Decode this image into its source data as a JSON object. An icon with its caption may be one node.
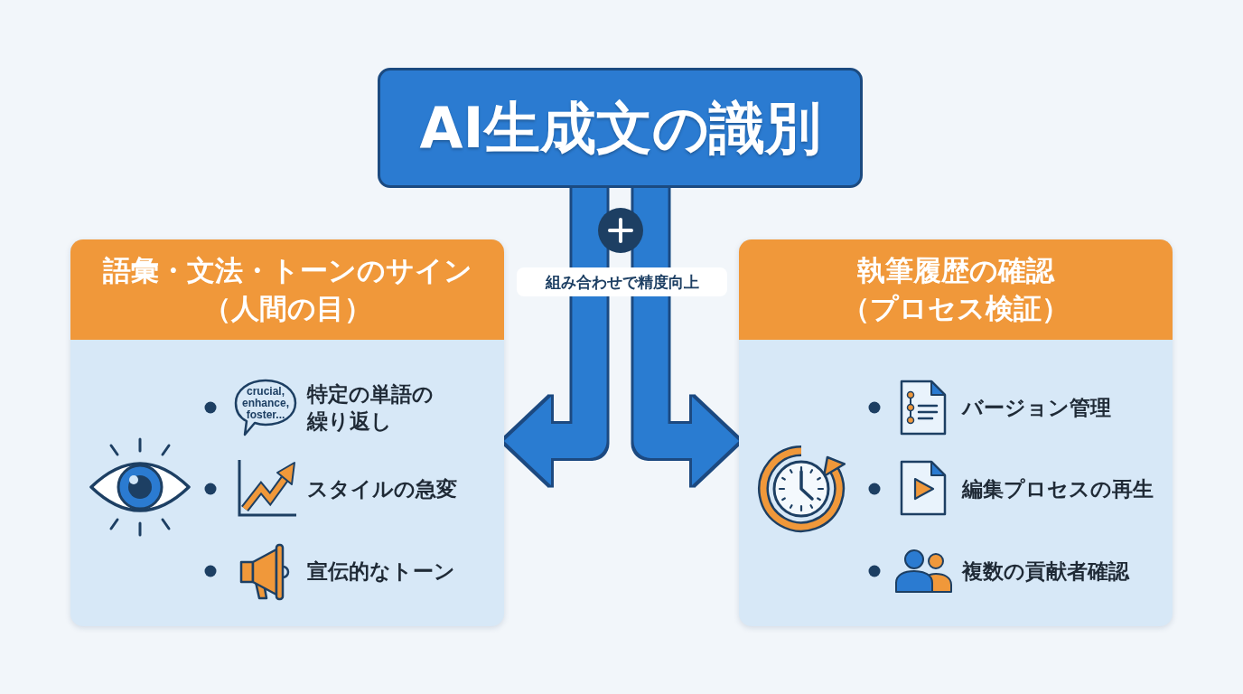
{
  "diagram": {
    "nodes": [
      {
        "text": [
          "AI生成文の識別"
        ]
      },
      {
        "text": [
          "語彙・文法・トーンのサイン（人間の目）",
          "特定の単語の繰り返し",
          "スタイルの急変",
          "宣伝的なトーン"
        ]
      },
      {
        "text": [
          "crucial, enhance, foster..."
        ],
        "in": 1
      },
      {
        "text": [
          "執筆履歴の確認（プロセス検証）",
          "バージョン管理",
          "編集プロセスの再生",
          "複数の貢献者確認"
        ]
      }
    ],
    "edges": [
      {
        "from": 0,
        "to": 1,
        "arrow": "to"
      },
      {
        "from": 0,
        "to": 3,
        "arrow": "to"
      }
    ],
    "labels": [
      "組み合わせで精度向上"
    ]
  }
}
